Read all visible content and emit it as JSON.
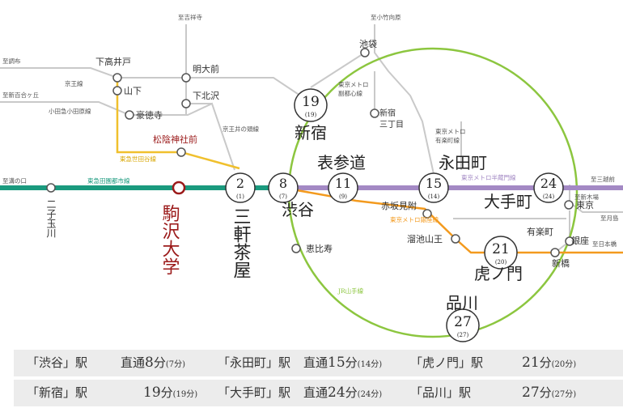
{
  "stations": {
    "komazawa": "駒沢大学",
    "futako": "二子玉川",
    "sangenjaya": "三軒茶屋",
    "shibuya": "渋谷",
    "omotesando": "表参道",
    "nagatacho": "永田町",
    "otemachi": "大手町",
    "shinjuku": "新宿",
    "toranomon": "虎ノ門",
    "shinagawa": "品川",
    "ikebukuro": "池袋",
    "shinjuku_sanchome": "新宿三丁目",
    "akasaka_mitsuke": "赤坂見附",
    "tameike_sanno": "溜池山王",
    "ebisu": "恵比寿",
    "tokyo": "東京",
    "yurakucho": "有楽町",
    "ginza": "銀座",
    "shimbashi": "新橋",
    "shimotakaido": "下高井戸",
    "yamashita": "山下",
    "gotokuji": "豪徳寺",
    "meidaimae": "明大前",
    "shimokitazawa": "下北沢",
    "shoin_jinja_mae": "松陰神社前"
  },
  "badges": {
    "sangenjaya": {
      "n": "2",
      "sub": "(1)"
    },
    "shibuya": {
      "n": "8",
      "sub": "(7)"
    },
    "omotesando": {
      "n": "11",
      "sub": "(9)"
    },
    "nagatacho": {
      "n": "15",
      "sub": "(14)"
    },
    "otemachi": {
      "n": "24",
      "sub": "(24)"
    },
    "shinjuku": {
      "n": "19",
      "sub": "(19)"
    },
    "toranomon": {
      "n": "21",
      "sub": "(20)"
    },
    "shinagawa": {
      "n": "27",
      "sub": "(27)"
    }
  },
  "lines": {
    "den_en_toshi": "東急田園都市線",
    "hanzomon": "東京メトロ半蔵門線",
    "setagaya": "東急世田谷線",
    "ginza": "東京メトロ銀座線",
    "yamanote": "JR山手線",
    "keio": "京王線",
    "odakyu": "小田急小田原線",
    "inokashira": "京王井の頭線",
    "fukutoshin": "東京メトロ副都心線",
    "yurakucho": "東京メトロ有楽町線"
  },
  "directions": {
    "mizonokuchi": "至溝の口",
    "mitsukoshimae": "至三越前",
    "chofu": "至調布",
    "shinyurigaoka": "至新百合ヶ丘",
    "kichijoji": "至吉祥寺",
    "kotakemukaihara": "至小竹向原",
    "shinkiba": "至新木場",
    "tsukishima": "至月島",
    "nihombashi": "至日本橋"
  },
  "colors": {
    "den_en_toshi": "#1a9a7e",
    "hanzomon": "#a389c4",
    "yamanote": "#8cc63f",
    "ginza": "#f39a1e",
    "setagaya": "#f0c02d",
    "other_lines": "#c9c9c9",
    "komazawa": "#9b1a1a"
  },
  "table": {
    "rows": [
      [
        {
          "st": "「渋谷」駅",
          "pre": "直通",
          "min": "8",
          "unit": "分",
          "alt": "(7分)"
        },
        {
          "st": "「永田町」駅",
          "pre": "直通",
          "min": "15",
          "unit": "分",
          "alt": "(14分)"
        },
        {
          "st": "「虎ノ門」駅",
          "pre": "",
          "min": "21",
          "unit": "分",
          "alt": "(20分)"
        }
      ],
      [
        {
          "st": "「新宿」駅",
          "pre": "",
          "min": "19",
          "unit": "分",
          "alt": "(19分)"
        },
        {
          "st": "「大手町」駅",
          "pre": "直通",
          "min": "24",
          "unit": "分",
          "alt": "(24分)"
        },
        {
          "st": "「品川」駅",
          "pre": "",
          "min": "27",
          "unit": "分",
          "alt": "(27分)"
        }
      ]
    ]
  }
}
